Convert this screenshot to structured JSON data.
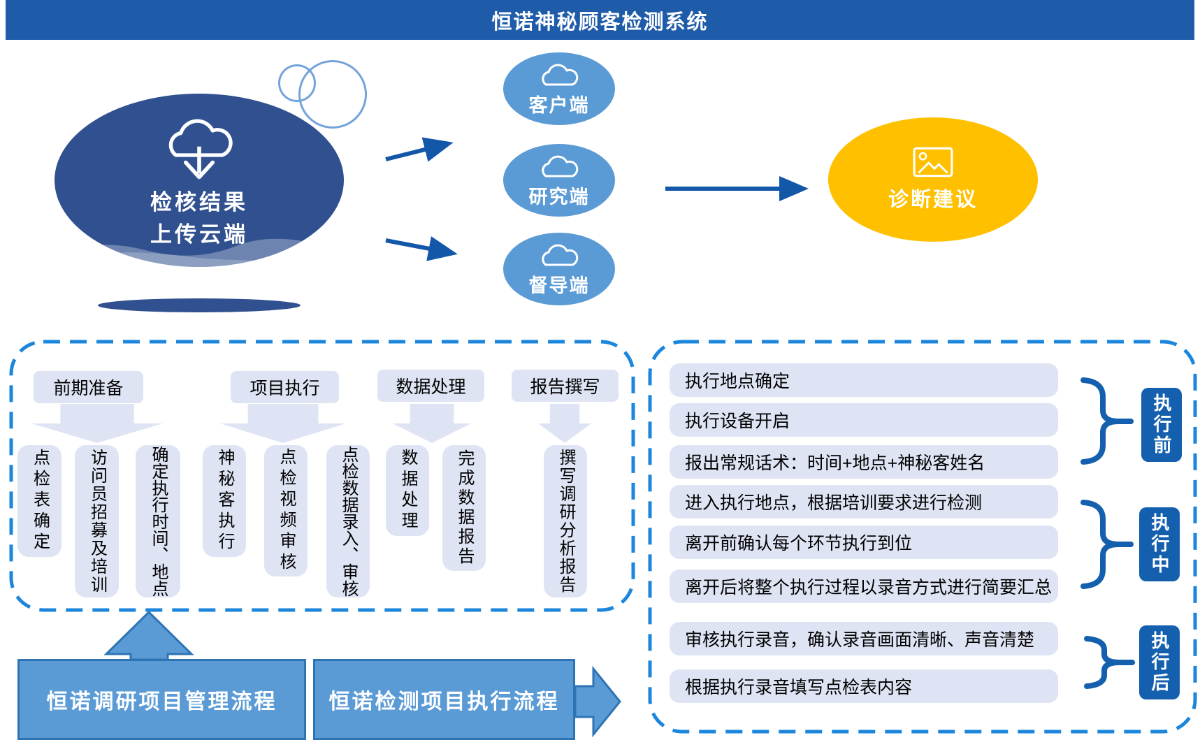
{
  "title": "恒诺神秘顾客检测系统",
  "upload": {
    "line1": "检核结果",
    "line2": "上传云端"
  },
  "endpoints": [
    {
      "label": "客户端"
    },
    {
      "label": "研究端"
    },
    {
      "label": "督导端"
    }
  ],
  "diagnosis": {
    "label": "诊断建议"
  },
  "management_flow": {
    "banner": "恒诺调研项目管理流程",
    "groups": [
      {
        "header": "前期准备",
        "columns": [
          "点检表确定",
          "访问员招募及培训",
          "确定执行时间、地点"
        ]
      },
      {
        "header": "项目执行",
        "columns": [
          "神秘客执行",
          "点检视频审核",
          "点检数据录入、审核"
        ]
      },
      {
        "header": "数据处理",
        "columns": [
          "数据处理",
          "完成数据报告"
        ]
      },
      {
        "header": "报告撰写",
        "columns": [
          "撰写调研分析报告"
        ]
      }
    ]
  },
  "execution_flow": {
    "banner": "恒诺检测项目执行流程",
    "steps": [
      "执行地点确定",
      "执行设备开启",
      "报出常规话术：时间+地点+神秘客姓名",
      "进入执行地点，根据培训要求进行检测",
      "离开前确认每个环节执行到位",
      "离开后将整个执行过程以录音方式进行简要汇总",
      "审核执行录音，确认录音画面清晰、声音清楚",
      "根据执行录音填写点检表内容"
    ],
    "phases": [
      {
        "label": "执行前"
      },
      {
        "label": "执行中"
      },
      {
        "label": "执行后"
      }
    ]
  },
  "icons": {
    "upload_cloud": "cloud-download-icon",
    "endpoint_cloud": "cloud-icon",
    "diagnosis_icon": "picture-icon"
  },
  "colors": {
    "banner_bg": "#1E5BA9",
    "primary_dark": "#30508F",
    "cloud_blue": "#5B9BD5",
    "accent_yellow": "#FFC000",
    "light_box": "#DFE4F4",
    "phase_label_bg": "#1460AE",
    "dashed_border": "#1B86DB",
    "banner_border": "#2E74B5",
    "arrow": "#1257A8"
  }
}
